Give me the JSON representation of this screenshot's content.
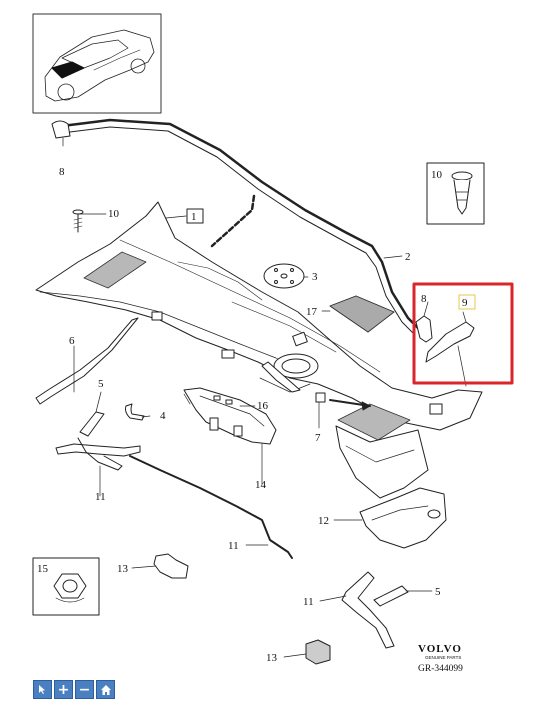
{
  "callouts": {
    "c1": "1",
    "c2": "2",
    "c3": "3",
    "c4": "4",
    "c5a": "5",
    "c5b": "5",
    "c6": "6",
    "c7": "7",
    "c8a": "8",
    "c8b": "8",
    "c9": "9",
    "c10a": "10",
    "c10b": "10",
    "c11a": "11",
    "c11b": "11",
    "c11c": "11",
    "c12": "12",
    "c13a": "13",
    "c13b": "13",
    "c14": "14",
    "c15": "15",
    "c16": "16",
    "c17": "17"
  },
  "brand": {
    "name": "VOLVO",
    "sub": "GENUINE PARTS",
    "ref": "GR-344099"
  },
  "highlight_color": "#d9262b",
  "toolbar": {
    "select": "select-icon",
    "zoom_in": "+",
    "zoom_out": "−",
    "home": "home-icon"
  }
}
